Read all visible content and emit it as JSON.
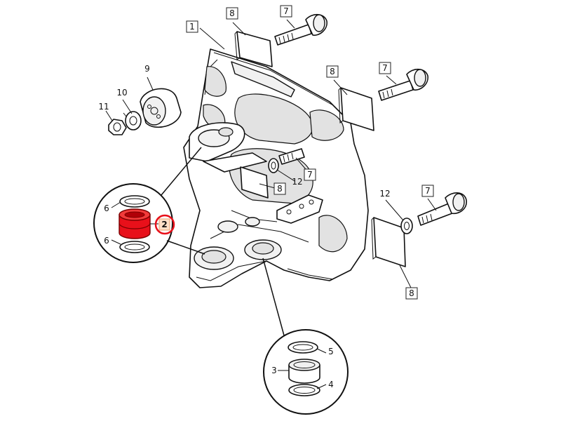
{
  "diagram": {
    "callouts": {
      "c1": "1",
      "c2": "2",
      "c3": "3",
      "c4": "4",
      "c5": "5",
      "c6a": "6",
      "c6b": "6",
      "c7a": "7",
      "c7b": "7",
      "c7c": "7",
      "c7d": "7",
      "c8a": "8",
      "c8b": "8",
      "c8c": "8",
      "c8d": "8",
      "c9": "9",
      "c10": "10",
      "c11": "11",
      "c12a": "12",
      "c12b": "12"
    },
    "highlight": {
      "part_label": "2",
      "color": "#e8101a",
      "label_fill": "#fde0c8"
    }
  }
}
